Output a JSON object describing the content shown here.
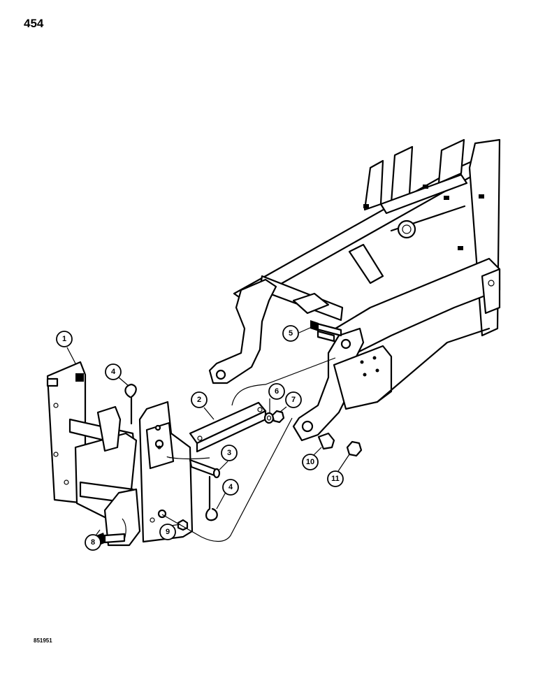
{
  "page": {
    "page_number": "454",
    "figure_code": "851951"
  },
  "callouts": [
    {
      "id": "1",
      "label": "1"
    },
    {
      "id": "2",
      "label": "2"
    },
    {
      "id": "3",
      "label": "3"
    },
    {
      "id": "4a",
      "label": "4"
    },
    {
      "id": "4b",
      "label": "4"
    },
    {
      "id": "5",
      "label": "5"
    },
    {
      "id": "6",
      "label": "6"
    },
    {
      "id": "7",
      "label": "7"
    },
    {
      "id": "8",
      "label": "8"
    },
    {
      "id": "9",
      "label": "9"
    },
    {
      "id": "10",
      "label": "10"
    },
    {
      "id": "11",
      "label": "11"
    }
  ]
}
